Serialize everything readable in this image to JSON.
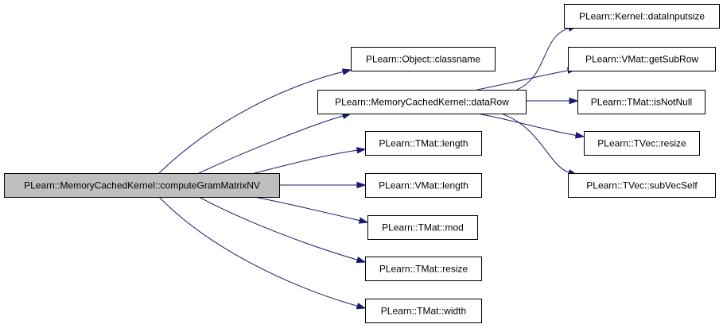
{
  "diagram": {
    "type": "call-graph",
    "colors": {
      "edge": "#191970",
      "root_fill": "#bfbfbf",
      "node_fill": "#ffffff",
      "node_border": "#000000",
      "text": "#000000"
    },
    "nodes": [
      {
        "id": "root",
        "label": "PLearn::MemoryCachedKernel::computeGramMatrixNV",
        "root": true
      },
      {
        "id": "classname",
        "label": "PLearn::Object::classname"
      },
      {
        "id": "dataRow",
        "label": "PLearn::MemoryCachedKernel::dataRow"
      },
      {
        "id": "tmat_length",
        "label": "PLearn::TMat::length"
      },
      {
        "id": "vmat_length",
        "label": "PLearn::VMat::length"
      },
      {
        "id": "tmat_mod",
        "label": "PLearn::TMat::mod"
      },
      {
        "id": "tmat_resize",
        "label": "PLearn::TMat::resize"
      },
      {
        "id": "tmat_width",
        "label": "PLearn::TMat::width"
      },
      {
        "id": "dataInputsize",
        "label": "PLearn::Kernel::dataInputsize"
      },
      {
        "id": "getSubRow",
        "label": "PLearn::VMat::getSubRow"
      },
      {
        "id": "isNotNull",
        "label": "PLearn::TMat::isNotNull"
      },
      {
        "id": "tvec_resize",
        "label": "PLearn::TVec::resize"
      },
      {
        "id": "subVecSelf",
        "label": "PLearn::TVec::subVecSelf"
      }
    ],
    "edges": [
      {
        "from": "root",
        "to": "classname"
      },
      {
        "from": "root",
        "to": "dataRow"
      },
      {
        "from": "root",
        "to": "tmat_length"
      },
      {
        "from": "root",
        "to": "vmat_length"
      },
      {
        "from": "root",
        "to": "tmat_mod"
      },
      {
        "from": "root",
        "to": "tmat_resize"
      },
      {
        "from": "root",
        "to": "tmat_width"
      },
      {
        "from": "dataRow",
        "to": "dataInputsize"
      },
      {
        "from": "dataRow",
        "to": "getSubRow"
      },
      {
        "from": "dataRow",
        "to": "isNotNull"
      },
      {
        "from": "dataRow",
        "to": "tvec_resize"
      },
      {
        "from": "dataRow",
        "to": "subVecSelf"
      }
    ]
  }
}
